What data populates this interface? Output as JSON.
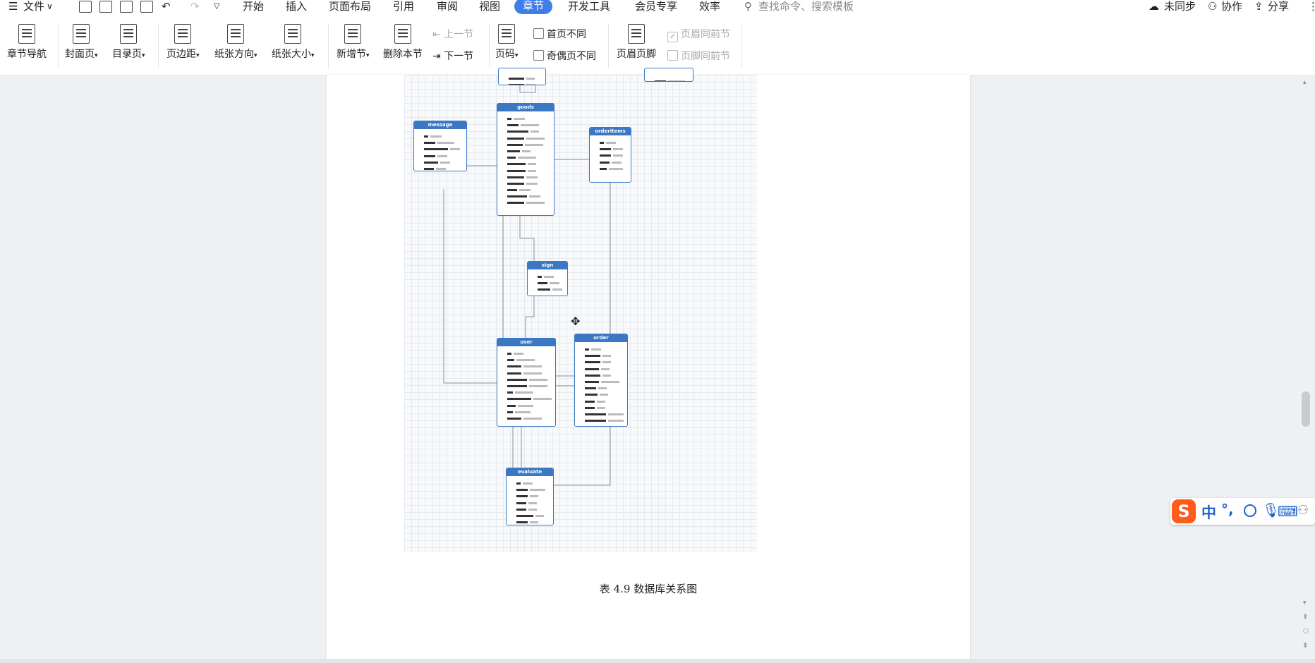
{
  "menu": {
    "file": "文件",
    "tabs": [
      "开始",
      "插入",
      "页面布局",
      "引用",
      "审阅",
      "视图",
      "章节",
      "开发工具",
      "会员专享",
      "效率"
    ],
    "active_tab": "章节",
    "search_placeholder": "查找命令、搜索模板",
    "right": {
      "sync": "未同步",
      "collab": "协作",
      "share": "分享"
    }
  },
  "ribbon": {
    "chapter_nav": "章节导航",
    "cover": "封面页",
    "toc": "目录页",
    "margin": "页边距",
    "orientation": "纸张方向",
    "size": "纸张大小",
    "new_section": "新增节",
    "delete_section": "删除本节",
    "prev_section": "上一节",
    "next_section": "下一节",
    "page_number": "页码",
    "first_page_diff": "首页不同",
    "odd_even_diff": "奇偶页不同",
    "header_footer": "页眉页脚",
    "header_same_prev": "页眉同前节",
    "footer_same_prev": "页脚同前节"
  },
  "diagram": {
    "tables": [
      "goods",
      "message",
      "orderitems",
      "sign",
      "user",
      "order",
      "evaluate"
    ]
  },
  "caption": "表 4.9  数据库关系图",
  "ime": {
    "logo": "S",
    "lang": "中",
    "punct": "°,"
  }
}
